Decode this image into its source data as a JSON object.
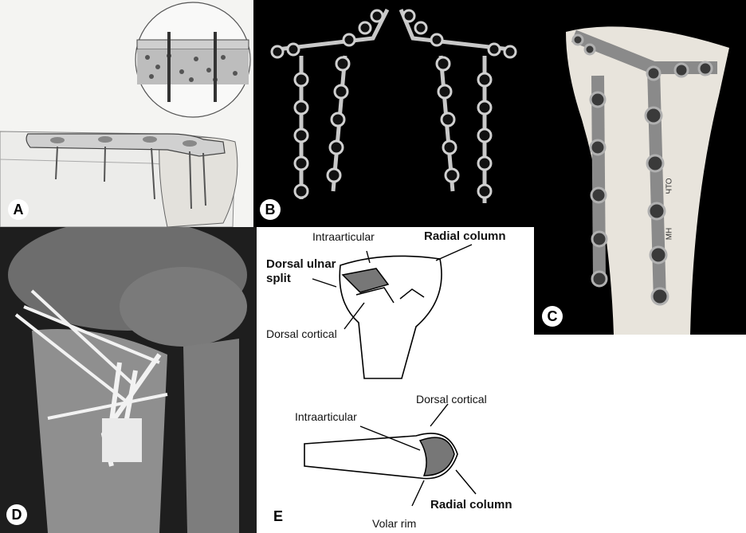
{
  "panels": {
    "a": {
      "label": "A"
    },
    "b": {
      "label": "B"
    },
    "c": {
      "label": "C",
      "plate_text_1": "ЧТО",
      "plate_text_2": "MH"
    },
    "d": {
      "label": "D"
    },
    "e": {
      "label": "E",
      "top": {
        "intraarticular": "Intraarticular",
        "radial_column": "Radial column",
        "dorsal_ulnar_split_line1": "Dorsal ulnar",
        "dorsal_ulnar_split_line2": "split",
        "dorsal_cortical": "Dorsal cortical"
      },
      "bottom": {
        "dorsal_cortical": "Dorsal cortical",
        "intraarticular": "Intraarticular",
        "radial_column": "Radial column",
        "volar_rim": "Volar rim"
      }
    }
  },
  "colors": {
    "panel_bg_dark": "#000000",
    "plate_metal": "#c8c8c8",
    "bone": "#e8e4dc",
    "xray_bone": "#a0a0a0"
  }
}
